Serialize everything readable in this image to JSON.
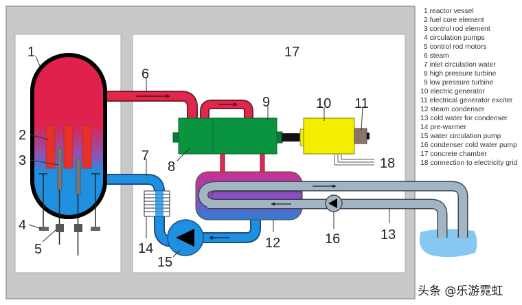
{
  "title_number": "17",
  "labels": {
    "n1": "1",
    "n2": "2",
    "n3": "3",
    "n4": "4",
    "n5": "5",
    "n6": "6",
    "n7": "7",
    "n8": "8",
    "n9": "9",
    "n10": "10",
    "n11": "11",
    "n12": "12",
    "n13": "13",
    "n14": "14",
    "n15": "15",
    "n16": "16",
    "n17": "17",
    "n18": "18"
  },
  "legend": [
    "1 reactor vessel",
    "2 fuel core element",
    "3 control rod element",
    "4 circulation pumps",
    "5 control rod motors",
    "6 steam",
    "7 inlet circulation water",
    "8 high pressure turbine",
    "9 low pressure turbine",
    "10 electric generator",
    "11 electrical generator exciter",
    "12 steam condenser",
    "13 cold water for condenser",
    "14 pre-warmer",
    "15 water circulation pump",
    "16 condenser cold water pump",
    "17 concrete chamber",
    "18 connection to electricity grid"
  ],
  "watermark": "头条 @乐游霓虹",
  "colors": {
    "concrete": "#c9c9c9",
    "steam": "#e0284f",
    "water": "#1f8fe0",
    "turbine": "#0a9440",
    "generator": "#f4ee00",
    "exciter": "#8a7468",
    "cooling_pipe": "#a3b5c3",
    "cooling_water": "#86c9f0"
  }
}
